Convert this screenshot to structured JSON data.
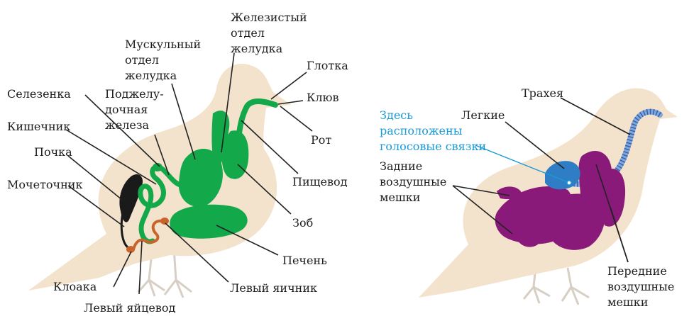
{
  "colors": {
    "body": "#f3e2cc",
    "digestive": "#13a84a",
    "kidney": "#1a1a1a",
    "ovary": "#c8642a",
    "lungs": "#2f7dc4",
    "air_sacs": "#8a1a7a",
    "trachea": "#7fa8dc",
    "blue_text": "#1a9ad6"
  },
  "left_diagram": {
    "labels": {
      "glandular_stomach": [
        "Железистый",
        "отдел",
        "желудка"
      ],
      "muscular_stomach": [
        "Мускульный",
        "отдел",
        "желудка"
      ],
      "pharynx": "Глотка",
      "spleen": "Селезенка",
      "pancreas": [
        "Поджелу-",
        "дочная",
        "железа"
      ],
      "beak": "Клюв",
      "intestine": "Кишечник",
      "mouth": "Рот",
      "kidney": "Почка",
      "esophagus": "Пищевод",
      "ureter": "Мочеточник",
      "crop": "Зоб",
      "liver": "Печень",
      "cloaca": "Клоака",
      "left_ovary": "Левый яичник",
      "left_oviduct": "Левый яйцевод"
    }
  },
  "right_diagram": {
    "labels": {
      "trachea": "Трахея",
      "vocal_cords": [
        "Здесь",
        "расположены",
        "голосовые связки"
      ],
      "lungs": "Легкие",
      "rear_air_sacs": [
        "Задние",
        "воздушные",
        "мешки"
      ],
      "front_air_sacs": [
        "Передние",
        "воздушные",
        "мешки"
      ]
    }
  }
}
